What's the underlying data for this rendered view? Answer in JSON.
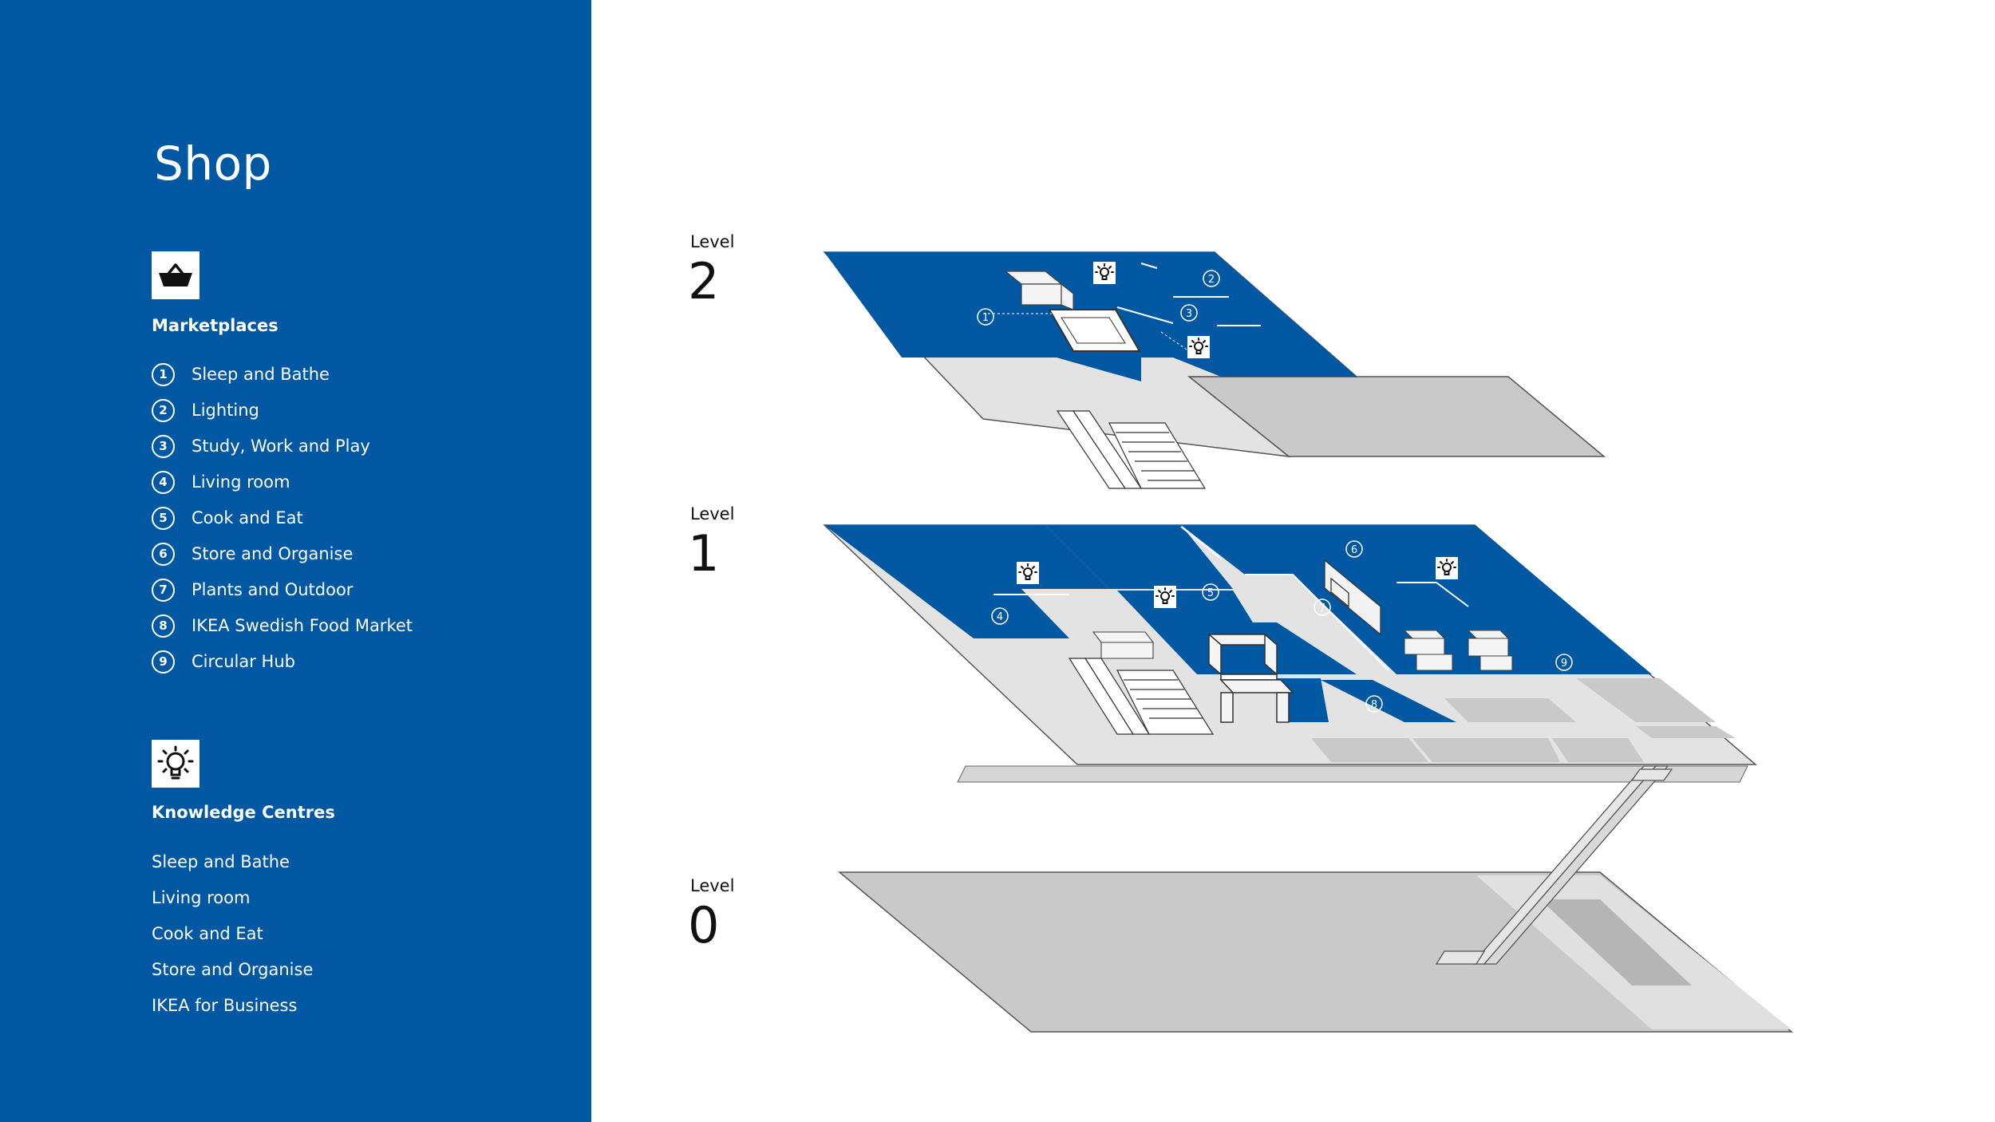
{
  "sidebar": {
    "title": "Shop",
    "marketplaces": {
      "icon": "basket-icon",
      "heading": "Marketplaces",
      "items": [
        {
          "number": "1",
          "label": "Sleep and Bathe"
        },
        {
          "number": "2",
          "label": "Lighting"
        },
        {
          "number": "3",
          "label": "Study, Work and Play"
        },
        {
          "number": "4",
          "label": "Living room"
        },
        {
          "number": "5",
          "label": "Cook and Eat"
        },
        {
          "number": "6",
          "label": "Store and Organise"
        },
        {
          "number": "7",
          "label": "Plants and Outdoor"
        },
        {
          "number": "8",
          "label": "IKEA Swedish Food Market"
        },
        {
          "number": "9",
          "label": "Circular Hub"
        }
      ]
    },
    "knowledge_centres": {
      "icon": "lightbulb-icon",
      "heading": "Knowledge Centres",
      "items": [
        {
          "label": "Sleep and Bathe"
        },
        {
          "label": "Living room"
        },
        {
          "label": "Cook and Eat"
        },
        {
          "label": "Store and Organise"
        },
        {
          "label": "IKEA for Business"
        }
      ]
    }
  },
  "map": {
    "levels": [
      {
        "label": "Level",
        "number": "2"
      },
      {
        "label": "Level",
        "number": "1"
      },
      {
        "label": "Level",
        "number": "0"
      }
    ],
    "level2_markers": [
      "1",
      "2",
      "3"
    ],
    "level1_markers": [
      "4",
      "5",
      "6",
      "7",
      "8",
      "9"
    ]
  },
  "colors": {
    "brand_blue": "#0058a3",
    "floor_light": "#e3e3e3",
    "floor_dark": "#c7c7c7",
    "text": "#111111"
  }
}
